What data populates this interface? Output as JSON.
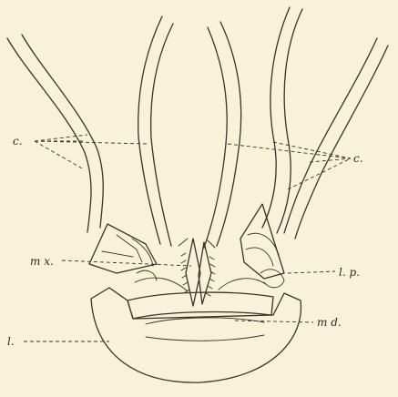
{
  "labels": {
    "c_left": "c.",
    "c_right": "c.",
    "mx": "m x.",
    "lp": "l. p.",
    "md": "m d.",
    "l": "l."
  }
}
